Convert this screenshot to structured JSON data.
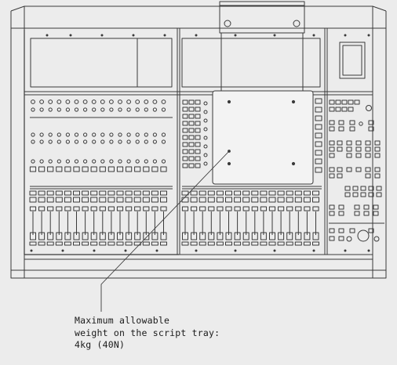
{
  "caption": {
    "line1": "Maximum allowable",
    "line2": "weight on the script tray:",
    "line3": "4kg (40N)"
  },
  "colors": {
    "background": "#ececec",
    "line": "#3a3a3a",
    "tray_fill": "#f3f3f3"
  }
}
